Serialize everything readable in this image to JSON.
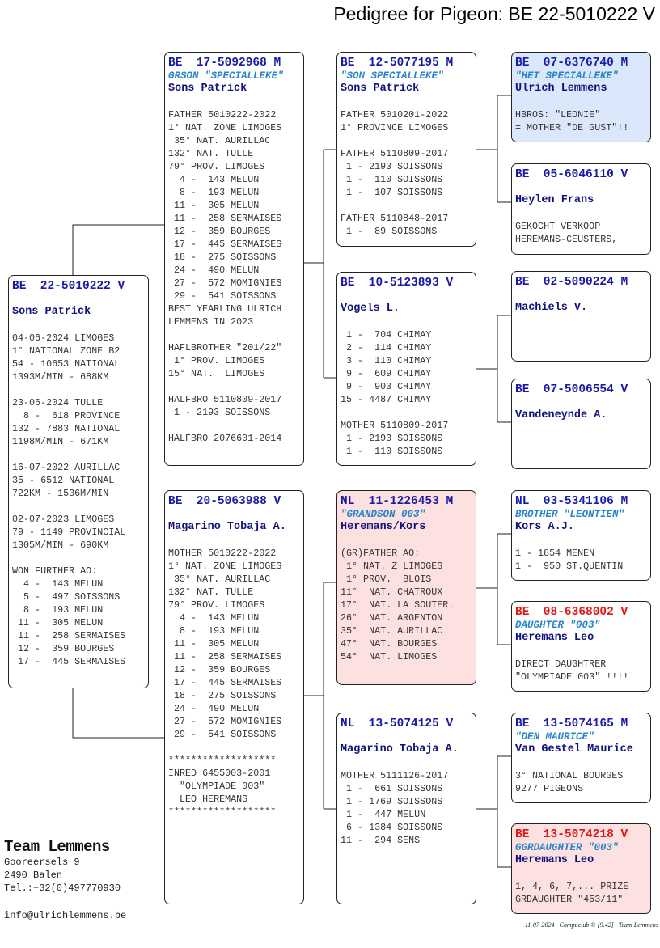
{
  "title": "Pedigree for Pigeon: BE  22-5010222 V",
  "pigeons": [
    {
      "ring": "BE  22-5010222 V",
      "nickname": "",
      "owner": "Sons Patrick",
      "lines": "04-06-2024 LIMOGES\n1° NATIONAL ZONE B2\n54 - 10653 NATIONAL\n1393M/MIN - 688KM\n\n23-06-2024 TULLE\n  8 -  618 PROVINCE\n132 - 7883 NATIONAL\n1198M/MIN - 671KM\n\n16-07-2022 AURILLAC\n35 - 6512 NATIONAL\n722KM - 1536M/MIN\n\n02-07-2023 LIMOGES\n79 - 1149 PROVINCIAL\n1305M/MIN - 690KM\n\nWON FURTHER AO:\n  4 -  143 MELUN\n  5 -  497 SOISSONS\n  8 -  193 MELUN\n 11 -  305 MELUN\n 11 -  258 SERMAISES\n 12 -  359 BOURGES\n 17 -  445 SERMAISES",
      "bg": "white",
      "ring_color": "blue"
    },
    {
      "ring": "BE  17-5092968 M",
      "nickname": "GRSON \"SPECIALLEKE\"",
      "owner": "Sons Patrick",
      "lines": "FATHER 5010222-2022\n1° NAT. ZONE LIMOGES\n 35° NAT. AURILLAC\n132° NAT. TULLE\n79° PROV. LIMOGES\n  4 -  143 MELUN\n  8 -  193 MELUN\n 11 -  305 MELUN\n 11 -  258 SERMAISES\n 12 -  359 BOURGES\n 17 -  445 SERMAISES\n 18 -  275 SOISSONS\n 24 -  490 MELUN\n 27 -  572 MOMIGNIES\n 29 -  541 SOISSONS\nBEST YEARLING ULRICH\nLEMMENS IN 2023\n\nHAFLBROTHER \"201/22\"\n 1° PROV. LIMOGES\n15° NAT.  LIMOGES\n\nHALFBRO 5110809-2017\n 1 - 2193 SOISSONS\n\nHALFBRO 2076601-2014",
      "bg": "white",
      "ring_color": "blue"
    },
    {
      "ring": "BE  20-5063988 V",
      "nickname": "",
      "owner": "Magarino Tobaja A.",
      "lines": "MOTHER 5010222-2022\n1° NAT. ZONE LIMOGES\n 35° NAT. AURILLAC\n132° NAT. TULLE\n79° PROV. LIMOGES\n  4 -  143 MELUN\n  8 -  193 MELUN\n 11 -  305 MELUN\n 11 -  258 SERMAISES\n 12 -  359 BOURGES\n 17 -  445 SERMAISES\n 18 -  275 SOISSONS\n 24 -  490 MELUN\n 27 -  572 MOMIGNIES\n 29 -  541 SOISSONS\n\n*******************\nINRED 6455003-2001\n  \"OLYMPIADE 003\"\n  LEO HEREMANS\n*******************",
      "bg": "white",
      "ring_color": "blue"
    },
    {
      "ring": "BE  12-5077195 M",
      "nickname": "\"SON SPECIALLEKE\"",
      "owner": "Sons Patrick",
      "lines": "FATHER 5010201-2022\n1° PROVINCE LIMOGES\n\nFATHER 5110809-2017\n 1 - 2193 SOISSONS\n 1 -  110 SOISSONS\n 1 -  107 SOISSONS\n\nFATHER 5110848-2017\n 1 -  89 SOISSONS",
      "bg": "white",
      "ring_color": "blue"
    },
    {
      "ring": "BE  10-5123893 V",
      "nickname": "",
      "owner": "Vogels L.",
      "lines": " 1 -  704 CHIMAY\n 2 -  114 CHIMAY\n 3 -  110 CHIMAY\n 9 -  609 CHIMAY\n 9 -  903 CHIMAY\n15 - 4487 CHIMAY\n\nMOTHER 5110809-2017\n 1 - 2193 SOISSONS\n 1 -  110 SOISSONS",
      "bg": "white",
      "ring_color": "blue"
    },
    {
      "ring": "NL  11-1226453 M",
      "nickname": "\"GRANDSON 003\"",
      "owner": "Heremans/Kors",
      "lines": "(GR)FATHER AO:\n 1° NAT. Z LIMOGES\n 1° PROV.  BLOIS\n11°  NAT. CHATROUX\n17°  NAT. LA SOUTER.\n26°  NAT. ARGENTON\n35°  NAT. AURILLAC\n47°  NAT. BOURGES\n54°  NAT. LIMOGES",
      "bg": "pink",
      "ring_color": "blue"
    },
    {
      "ring": "NL  13-5074125 V",
      "nickname": "",
      "owner": "Magarino Tobaja A.",
      "lines": "MOTHER 5111126-2017\n 1 -  661 SOISSONS\n 1 - 1769 SOISSONS\n 1 -  447 MELUN\n 6 - 1384 SOISSONS\n11 -  294 SENS",
      "bg": "white",
      "ring_color": "blue"
    },
    {
      "ring": "BE  07-6376740 M",
      "nickname": "\"HET SPECIALLEKE\"",
      "owner": "Ulrich Lemmens",
      "lines": "HBROS: \"LEONIE\"\n= MOTHER \"DE GUST\"!!",
      "bg": "blue",
      "ring_color": "blue"
    },
    {
      "ring": "BE  05-6046110 V",
      "nickname": "",
      "owner": "Heylen Frans",
      "lines": "GEKOCHT VERKOOP\nHEREMANS-CEUSTERS,",
      "bg": "white",
      "ring_color": "blue"
    },
    {
      "ring": "BE  02-5090224 M",
      "nickname": "",
      "owner": "Machiels V.",
      "lines": "",
      "bg": "white",
      "ring_color": "blue"
    },
    {
      "ring": "BE  07-5006554 V",
      "nickname": "",
      "owner": "Vandeneynde A.",
      "lines": "",
      "bg": "white",
      "ring_color": "blue"
    },
    {
      "ring": "NL  03-5341106 M",
      "nickname": "BROTHER \"LEONTIEN\"",
      "owner": "Kors A.J.",
      "lines": "1 - 1854 MENEN\n1 -  950 ST.QUENTIN",
      "bg": "white",
      "ring_color": "blue"
    },
    {
      "ring": "BE  08-6368002 V",
      "nickname": "DAUGHTER \"003\"",
      "owner": "Heremans Leo",
      "lines": "DIRECT DAUGHTRER\n\"OLYMPIADE 003\" !!!!",
      "bg": "white",
      "ring_color": "red"
    },
    {
      "ring": "BE  13-5074165 M",
      "nickname": "\"DEN MAURICE\"",
      "owner": "Van Gestel Maurice",
      "lines": "3° NATIONAL BOURGES\n9277 PIGEONS",
      "bg": "white",
      "ring_color": "blue"
    },
    {
      "ring": "BE  13-5074218 V",
      "nickname": "GGRDAUGHTER \"003\"",
      "owner": "Heremans Leo",
      "lines": "1, 4, 6, 7,... PRIZE\nGRDAUGHTER \"453/11\"",
      "bg": "pink",
      "ring_color": "red"
    }
  ],
  "breeder": {
    "name": "Team Lemmens",
    "street": "Gooreersels 9",
    "city": "2490  Balen",
    "phone": "Tel.:+32(0)497770930",
    "email": "info@ulrichlemmens.be"
  },
  "footer": "11-07-2024   Compuclub © [9.42]   Team Lemmens"
}
